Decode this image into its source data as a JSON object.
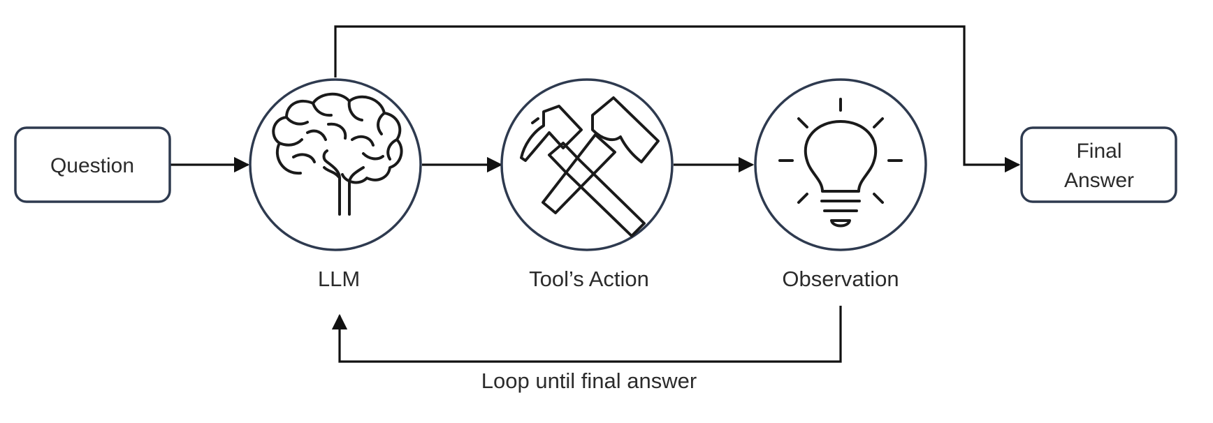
{
  "nodes": {
    "question": {
      "label": "Question"
    },
    "llm": {
      "label": "LLM",
      "icon": "brain-icon"
    },
    "tool_action": {
      "label": "Tool’s Action",
      "icon": "hammers-icon"
    },
    "observation": {
      "label": "Observation",
      "icon": "lightbulb-icon"
    },
    "final_answer": {
      "label_line1": "Final",
      "label_line2": "Answer"
    }
  },
  "edges": {
    "loop_label": "Loop until final answer"
  },
  "colors": {
    "node_border": "#2e3a4f",
    "arrow": "#111111",
    "text": "#2b2b2b"
  }
}
